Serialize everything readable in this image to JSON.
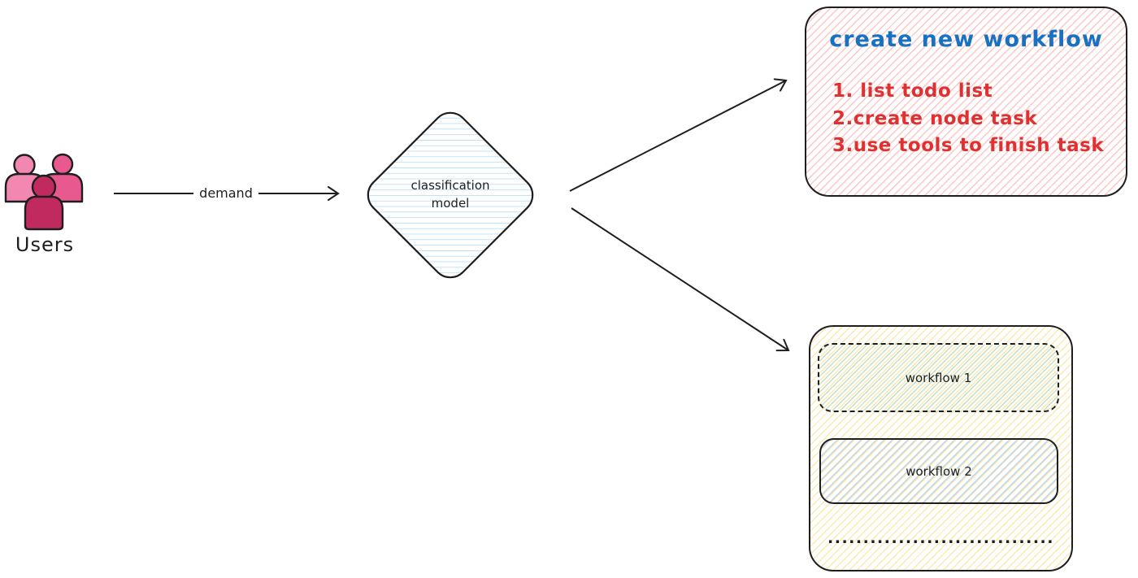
{
  "users": {
    "label": "Users"
  },
  "demand_arrow": {
    "label": "demand"
  },
  "classifier": {
    "label": "classification\nmodel"
  },
  "create_workflow_box": {
    "title": "create new workflow",
    "steps": [
      "1. list todo list",
      "2.create node task",
      "3.use tools to finish task"
    ]
  },
  "workflows_box": {
    "items": [
      {
        "label": "workflow 1"
      },
      {
        "label": "workflow 2"
      }
    ],
    "ellipsis": "................................"
  },
  "colors": {
    "stroke": "#1e1e1e",
    "title_blue": "#1971c2",
    "steps_red": "#e03131",
    "hatch_red": "#ffc9c9",
    "hatch_blue": "#a5d8ff",
    "hatch_yellow": "#ffe599",
    "hatch_green": "#b2f2bb",
    "users_pink_light": "#f287b2",
    "users_pink_medium": "#e7598f",
    "users_pink_dark": "#c02a5f"
  }
}
